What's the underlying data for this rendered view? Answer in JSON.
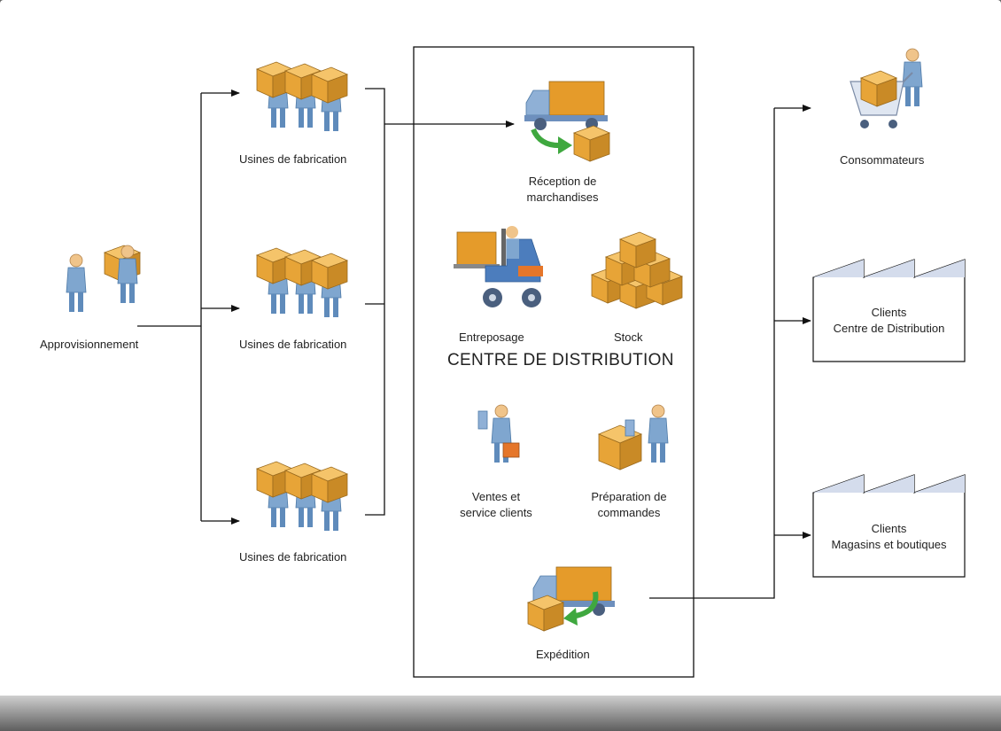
{
  "nodes": {
    "supply": "Approvisionnement",
    "factory_1": "Usines de fabrication",
    "factory_2": "Usines de fabrication",
    "factory_3": "Usines de fabrication",
    "reception": "Réception de\nmarchandises",
    "warehousing": "Entreposage",
    "stock": "Stock",
    "center_title": "CENTRE DE DISTRIBUTION",
    "sales": "Ventes et\nservice clients",
    "order_prep": "Préparation de\ncommandes",
    "shipping": "Expédition",
    "consumers": "Consommateurs",
    "clients_dc": "Clients\nCentre de Distribution",
    "clients_stores": "Clients\nMagasins et boutiques"
  },
  "colors": {
    "line": "#111111",
    "box_fill": "#d4dcec",
    "worker_blue": "#7fa6cf",
    "worker_skin": "#f0c48a",
    "box_orange": "#e7a437",
    "arrow_green": "#3fa83f",
    "forklift_blue": "#4c7dbd",
    "truck_body": "#e59b2a"
  }
}
